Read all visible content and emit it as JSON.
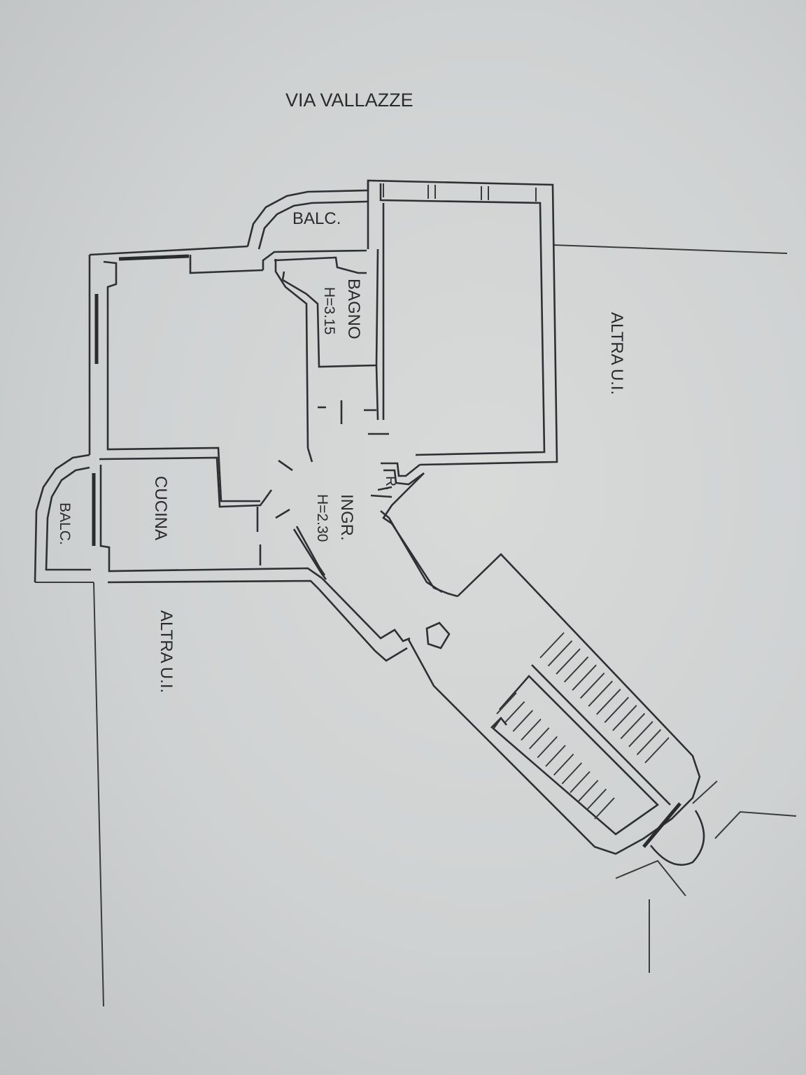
{
  "labels": {
    "street": "VIA VALLAZZE",
    "balcony_top": "BALC.",
    "bathroom": "BAGNO",
    "bathroom_height": "H=3.15",
    "other_unit_right": "ALTRA U.I.",
    "entrance": "INGR.",
    "entrance_height": "H=2.30",
    "kitchen": "CUCINA",
    "balcony_left": "BALC.",
    "other_unit_bottom": "ALTRA U.I.",
    "r_mark": "R."
  },
  "colors": {
    "paper": "#d3d5d5",
    "ink": "#2f3033"
  }
}
